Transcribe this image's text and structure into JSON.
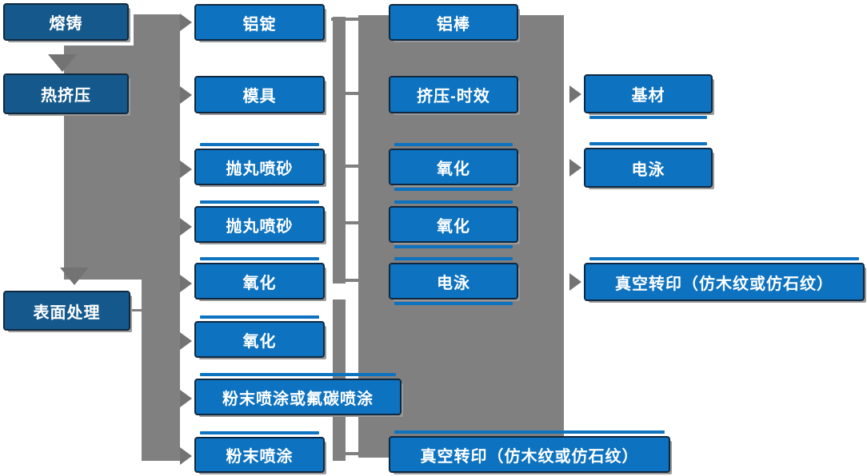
{
  "diagram": {
    "colors": {
      "process_box_blue": "#0d72c0",
      "stage_box_blue": "#15598c",
      "box_border": "#10283f",
      "connector_gray": "#808080",
      "arrow_gray": "#737373",
      "box_text": "#ffffff",
      "background": "#ffffff"
    },
    "nodes": [
      {
        "id": "rongzhu",
        "kind": "stage",
        "label": "熔铸"
      },
      {
        "id": "rejiya",
        "kind": "stage",
        "label": "热挤压"
      },
      {
        "id": "biaomian",
        "kind": "stage",
        "label": "表面处理"
      },
      {
        "id": "lvding",
        "kind": "process",
        "label": "铝锭"
      },
      {
        "id": "moju",
        "kind": "process",
        "label": "模具"
      },
      {
        "id": "paowan-1",
        "kind": "process",
        "label": "抛丸喷砂"
      },
      {
        "id": "paowan-2",
        "kind": "process",
        "label": "抛丸喷砂"
      },
      {
        "id": "yanghua-1",
        "kind": "process",
        "label": "氧化"
      },
      {
        "id": "yanghua-2",
        "kind": "process",
        "label": "氧化"
      },
      {
        "id": "fenmo-1",
        "kind": "process",
        "label": "粉末喷涂或氟碳喷涂"
      },
      {
        "id": "fenmo-2",
        "kind": "process",
        "label": "粉末喷涂"
      },
      {
        "id": "lvbang",
        "kind": "process",
        "label": "铝棒"
      },
      {
        "id": "jiya",
        "kind": "process",
        "label": "挤压-时效"
      },
      {
        "id": "yanghua-3",
        "kind": "process",
        "label": "氧化"
      },
      {
        "id": "yanghua-4",
        "kind": "process",
        "label": "氧化"
      },
      {
        "id": "dianyong-1",
        "kind": "process",
        "label": "电泳"
      },
      {
        "id": "zhenkong-bottom",
        "kind": "process",
        "label": "真空转印（仿木纹或仿石纹）"
      },
      {
        "id": "jicai",
        "kind": "process",
        "label": "基材"
      },
      {
        "id": "dianyong-2",
        "kind": "process",
        "label": "电泳"
      },
      {
        "id": "zhenkong-right",
        "kind": "process",
        "label": "真空转印（仿木纹或仿石纹）"
      }
    ]
  }
}
